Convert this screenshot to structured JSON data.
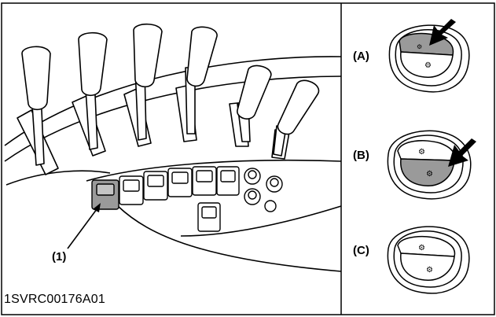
{
  "figure": {
    "image_code": "1SVRC00176A01",
    "callout": "(1)",
    "panels": [
      {
        "label": "(A)",
        "pressed_side": "top",
        "arrow": true
      },
      {
        "label": "(B)",
        "pressed_side": "bottom",
        "arrow": true
      },
      {
        "label": "(C)",
        "pressed_side": "none",
        "arrow": false
      }
    ],
    "colors": {
      "line": "#000000",
      "pressed": "#9a9a9a",
      "background": "#ffffff"
    }
  }
}
